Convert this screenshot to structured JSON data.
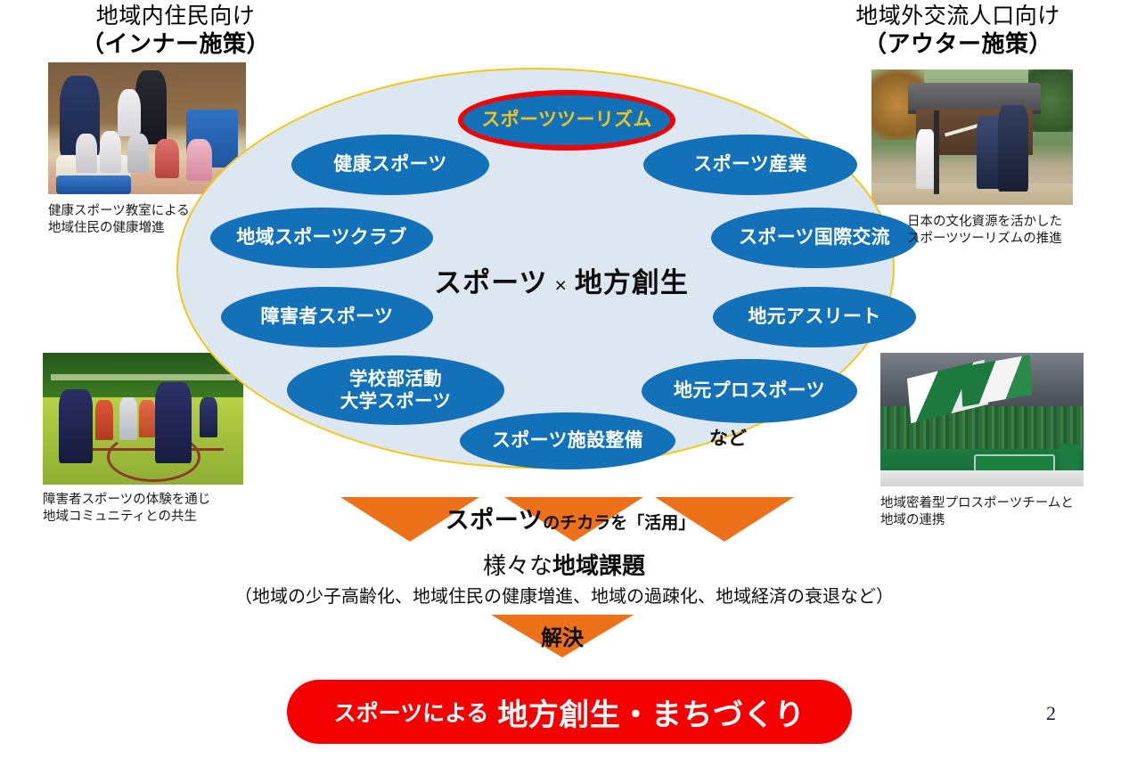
{
  "headings": {
    "inner": {
      "line1": "地域内住民向け",
      "line2": "（インナー施策）"
    },
    "outer": {
      "line1": "地域外交流人口向け",
      "line2": "（アウター施策）"
    }
  },
  "photos": {
    "inner_top": {
      "caption": "健康スポーツ教室による\n地域住民の健康増進"
    },
    "outer_top": {
      "caption": "日本の文化資源を活かした\nスポーツツーリズムの推進"
    },
    "inner_bottom": {
      "caption": "障害者スポーツの体験を通じ\n地域コミュニティとの共生"
    },
    "outer_bottom": {
      "caption": "地域密着型プロスポーツチームと\n地域の連携"
    }
  },
  "ellipse": {
    "center_left": "スポーツ",
    "center_x": "×",
    "center_right": "地方創生",
    "etc": "など",
    "bubbles": [
      {
        "id": "tourism",
        "label": "スポーツツーリズム",
        "highlighted": true
      },
      {
        "id": "health",
        "label": "健康スポーツ",
        "highlighted": false
      },
      {
        "id": "industry",
        "label": "スポーツ産業",
        "highlighted": false
      },
      {
        "id": "club",
        "label": "地域スポーツクラブ",
        "highlighted": false
      },
      {
        "id": "intl",
        "label": "スポーツ国際交流",
        "highlighted": false
      },
      {
        "id": "disabled",
        "label": "障害者スポーツ",
        "highlighted": false
      },
      {
        "id": "athlete",
        "label": "地元アスリート",
        "highlighted": false
      },
      {
        "id": "school",
        "label": "学校部活動\n大学スポーツ",
        "highlighted": false
      },
      {
        "id": "prosports",
        "label": "地元プロスポーツ",
        "highlighted": false
      },
      {
        "id": "facility",
        "label": "スポーツ施設整備",
        "highlighted": false
      }
    ]
  },
  "flow": {
    "use_power_strong": "スポーツ",
    "use_power_small": "のチカラを「活用」",
    "issues_prefix": "様々な",
    "issues_bold": "地域課題",
    "issues_detail": "（地域の少子高齢化、地域住民の健康増進、地域の過疎化、地域経済の衰退など）",
    "solve": "解決"
  },
  "result": {
    "small": "スポーツによる",
    "big": "地方創生・まちづくり"
  },
  "page_number": "2",
  "colors": {
    "bubble_blue": "#1271b8",
    "ellipse_fill": "#dce7f2",
    "ellipse_border": "#f2c71a",
    "highlight_ring": "#f40000",
    "highlight_text": "#f0c419",
    "arrow_orange": "#ed7118",
    "banner_red": "#f50000"
  }
}
